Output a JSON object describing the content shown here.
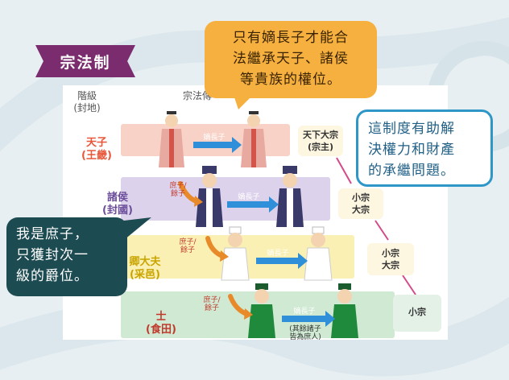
{
  "title": "宗法制",
  "headers": {
    "rank_col": "階級\n(封地)",
    "inherit_col": "宗法傳"
  },
  "ranks": [
    {
      "name": "天子",
      "fief": "(王畿)",
      "color": "#e8573a"
    },
    {
      "name": "諸侯",
      "fief": "(封國)",
      "color": "#6b4d9a"
    },
    {
      "name": "卿大夫",
      "fief": "(采邑)",
      "color": "#c9a400"
    },
    {
      "name": "士",
      "fief": "(食田)",
      "color": "#c0392b"
    }
  ],
  "arrow_labels": {
    "heir": "嫡長子",
    "branch": "庶子/\n餘子",
    "note": "(其餘諸子\n皆為庶人)"
  },
  "sects": [
    {
      "line1": "天下大宗",
      "line2": "(宗主)"
    },
    {
      "line1": "小宗",
      "line2": "大宗"
    },
    {
      "line1": "小宗",
      "line2": "大宗"
    },
    {
      "line1": "小宗",
      "line2": ""
    }
  ],
  "callouts": {
    "top": "只有嫡長子才能合\n法繼承天子、諸侯\n等貴族的權位。",
    "right": "這制度有助解\n決權力和財產\n的承繼問題。",
    "left": "我是庶子，\n只獲封次一\n級的爵位。"
  },
  "colors": {
    "band_1": "#f8d2c6",
    "band_2": "#ddd2ec",
    "band_3": "#fbf0b4",
    "band_4": "#cfe9d3",
    "callout_orange": "#f6b040",
    "callout_blue_border": "#2f97c8",
    "callout_dark": "#1d4b52"
  }
}
